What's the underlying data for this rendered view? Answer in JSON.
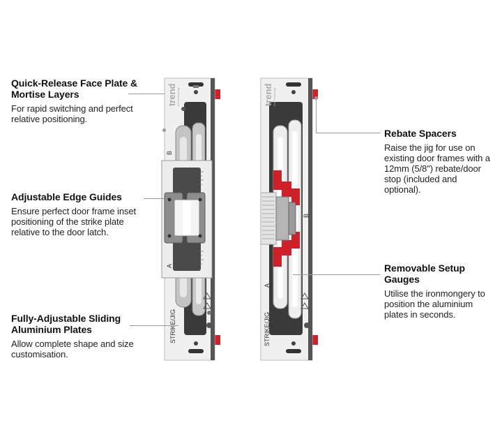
{
  "callouts": {
    "face_plate": {
      "title": "Quick-Release Face Plate & Mortise Layers",
      "description": "For rapid switching and perfect relative positioning."
    },
    "edge_guides": {
      "title": "Adjustable Edge Guides",
      "description": "Ensure perfect door frame inset positioning of the strike plate relative to the door latch."
    },
    "sliding_plates": {
      "title": "Fully-Adjustable Sliding Aluminium Plates",
      "description": "Allow complete shape and size customisation."
    },
    "rebate_spacers": {
      "title": "Rebate Spacers",
      "description": "Raise the jig for use on existing door frames with a 12mm (5/8\") rebate/door stop (included and optional)."
    },
    "setup_gauges": {
      "title": "Removable Setup Gauges",
      "description": "Utilise the ironmongery to position the aluminium plates in seconds."
    }
  },
  "jig": {
    "brand": "trend",
    "brand_sub": "tool technology",
    "label": "STRIKE/JIG",
    "mark_a": "A",
    "mark_b": "B"
  },
  "colors": {
    "accent_red": "#d0202a",
    "jig_body": "#f2f2f2",
    "dark_panel": "#3a3a3a",
    "aluminium": "#b8b8b8",
    "callout_line": "#9a9a9a"
  }
}
